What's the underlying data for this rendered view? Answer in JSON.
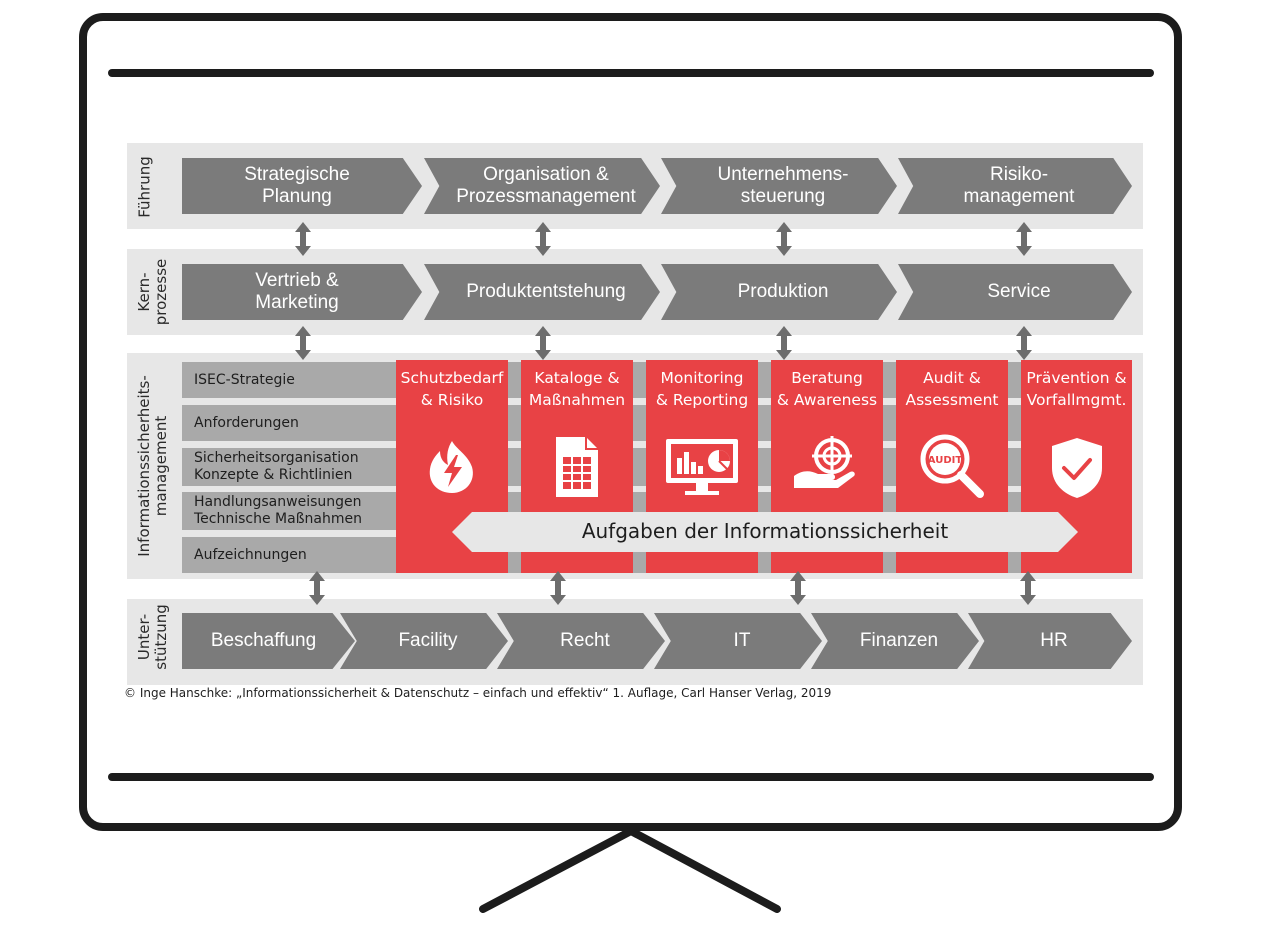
{
  "rows": {
    "fuehrung": {
      "label": "Führung",
      "items": [
        {
          "line1": "Strategische",
          "line2": "Planung"
        },
        {
          "line1": "Organisation &",
          "line2": "Prozessmanagement"
        },
        {
          "line1": "Unternehmens-",
          "line2": "steuerung"
        },
        {
          "line1": "Risiko-",
          "line2": "management"
        }
      ]
    },
    "kernprozesse": {
      "label_line1": "Kern-",
      "label_line2": "prozesse",
      "items": [
        {
          "line1": "Vertrieb &",
          "line2": "Marketing"
        },
        {
          "line1": "Produktentstehung",
          "line2": ""
        },
        {
          "line1": "Produktion",
          "line2": ""
        },
        {
          "line1": "Service",
          "line2": ""
        }
      ]
    },
    "isms": {
      "label_line1": "Informationssicherheits-",
      "label_line2": "management",
      "left_items": [
        {
          "line1": "ISEC-Strategie",
          "line2": ""
        },
        {
          "line1": "Anforderungen",
          "line2": ""
        },
        {
          "line1": "Sicherheitsorganisation",
          "line2": "Konzepte & Richtlinien"
        },
        {
          "line1": "Handlungsanweisungen",
          "line2": "Technische Maßnahmen"
        },
        {
          "line1": "Aufzeichnungen",
          "line2": ""
        }
      ],
      "tasks": [
        {
          "line1": "Schutzbedarf",
          "line2": "& Risiko",
          "icon": "flame-bolt-icon"
        },
        {
          "line1": "Kataloge &",
          "line2": "Maßnahmen",
          "icon": "document-table-icon"
        },
        {
          "line1": "Monitoring",
          "line2": "& Reporting",
          "icon": "monitor-chart-icon"
        },
        {
          "line1": "Beratung",
          "line2": "& Awareness",
          "icon": "hand-target-icon"
        },
        {
          "line1": "Audit &",
          "line2": "Assessment",
          "icon": "audit-magnifier-icon"
        },
        {
          "line1": "Prävention &",
          "line2": "Vorfallmgmt.",
          "icon": "shield-check-icon"
        }
      ],
      "tasks_banner": "Aufgaben der Informationssicherheit",
      "audit_icon_text": "AUDIT"
    },
    "unterstuetzung": {
      "label_line1": "Unter-",
      "label_line2": "stützung",
      "items": [
        {
          "line1": "Beschaffung",
          "line2": ""
        },
        {
          "line1": "Facility",
          "line2": ""
        },
        {
          "line1": "Recht",
          "line2": ""
        },
        {
          "line1": "IT",
          "line2": ""
        },
        {
          "line1": "Finanzen",
          "line2": ""
        },
        {
          "line1": "HR",
          "line2": ""
        }
      ]
    }
  },
  "copyright": "© Inge Hanschke: „Informationssicherheit & Datenschutz – einfach und effektiv“ 1. Auflage, Carl Hanser Verlag, 2019",
  "colors": {
    "band": "#e7e7e7",
    "chevron": "#7b7b7b",
    "left_item": "#a9a9a9",
    "task_red": "#e84245",
    "arrow": "#6d6d6d",
    "frame": "#1c1c1c"
  }
}
